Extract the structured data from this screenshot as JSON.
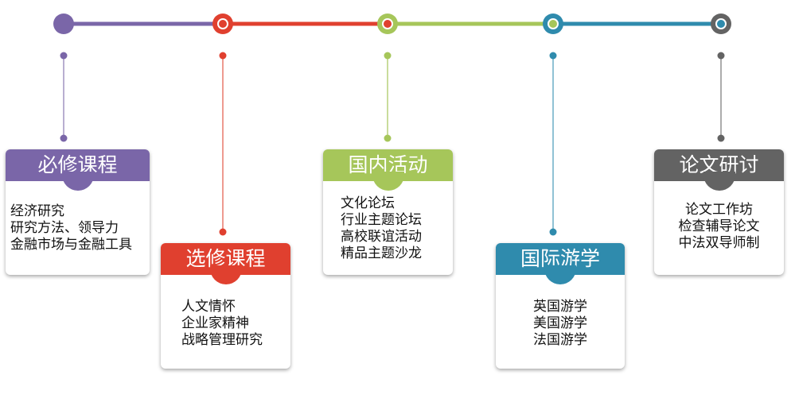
{
  "colors": {
    "purple": "#7a66a8",
    "red": "#e0402f",
    "green": "#a6c65a",
    "teal": "#2f8bad",
    "gray": "#636363"
  },
  "cards": [
    {
      "title": "必修课程",
      "items": [
        "经济研究",
        "研究方法、领导力",
        "金融市场与金融工具"
      ]
    },
    {
      "title": "选修课程",
      "items": [
        "人文情怀",
        "企业家精神",
        "战略管理研究"
      ]
    },
    {
      "title": "国内活动",
      "items": [
        "文化论坛",
        "行业主题论坛",
        "高校联谊活动",
        "精品主题沙龙"
      ]
    },
    {
      "title": "国际游学",
      "items": [
        "英国游学",
        "美国游学",
        "法国游学"
      ]
    },
    {
      "title": "论文研讨",
      "items": [
        "论文工作坊",
        "检查辅导论文",
        "中法双导师制"
      ]
    }
  ]
}
